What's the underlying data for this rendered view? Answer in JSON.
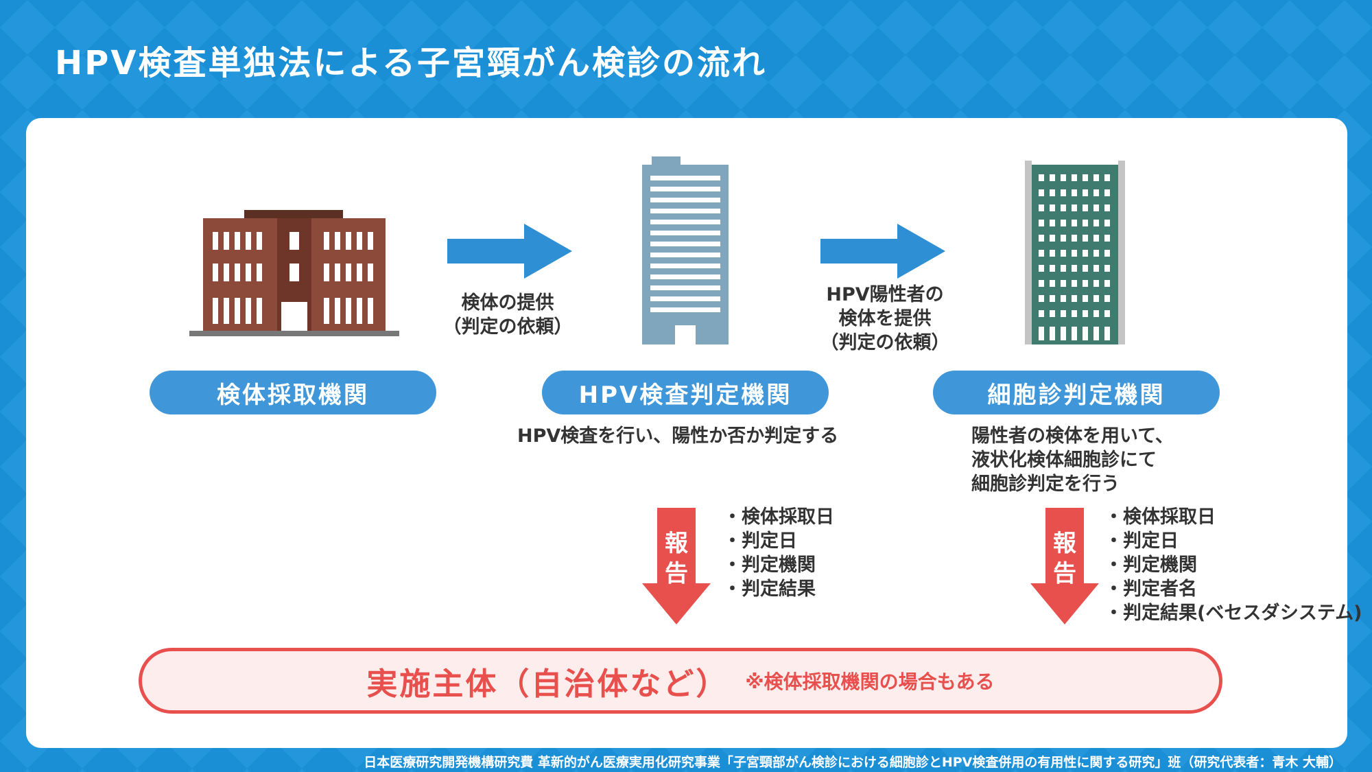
{
  "title": "HPV検査単独法による子宮頸がん検診の流れ",
  "colors": {
    "background": "#1a8fd6",
    "panel": "#ffffff",
    "pill": "#3f97d9",
    "arrow_blue": "#2e8fd4",
    "report_red": "#e8504e"
  },
  "nodes": [
    {
      "icon": "building-brick-icon",
      "label": "検体採取機関"
    },
    {
      "icon": "tower-blue-icon",
      "label": "HPV検査判定機関",
      "description": [
        "HPV検査を行い、陽性か否か判定する"
      ]
    },
    {
      "icon": "tower-green-icon",
      "label": "細胞診判定機関",
      "description": [
        "陽性者の検体を用いて、",
        "液状化検体細胞診にて",
        "細胞診判定を行う"
      ]
    }
  ],
  "flows": [
    {
      "label_lines": [
        "検体の提供",
        "（判定の依頼）"
      ]
    },
    {
      "label_lines": [
        "HPV陽性者の",
        "検体を提供",
        "（判定の依頼）"
      ]
    }
  ],
  "reports": [
    {
      "label_chars": [
        "報",
        "告"
      ],
      "items": [
        "検体採取日",
        "判定日",
        "判定機関",
        "判定結果"
      ]
    },
    {
      "label_chars": [
        "報",
        "告"
      ],
      "items": [
        "検体採取日",
        "判定日",
        "判定機関",
        "判定者名",
        "判定結果(ベセスダシステム)"
      ]
    }
  ],
  "entity": {
    "main": "実施主体（自治体など）",
    "note": "※検体採取機関の場合もある"
  },
  "footer": "日本医療研究開発機構研究費 革新的がん医療実用化研究事業「子宮頸部がん検診における細胞診とHPV検査併用の有用性に関する研究」班（研究代表者：青木 大輔）"
}
